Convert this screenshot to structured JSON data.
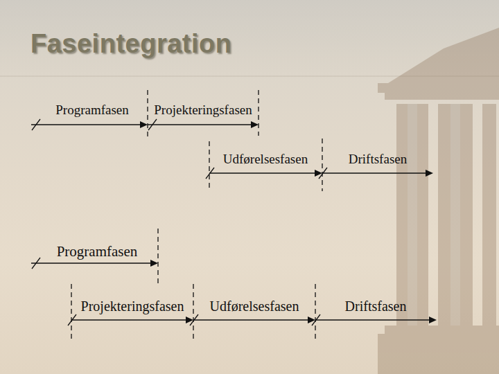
{
  "diagram": {
    "title": "Faseintegration",
    "labels": [
      "Programfasen",
      "Projekteringsfasen",
      "Udførelsesfasen",
      "Driftsfasen",
      "Programfasen",
      "Projekteringsfasen",
      "Udførelsesfasen",
      "Driftsfasen"
    ]
  }
}
